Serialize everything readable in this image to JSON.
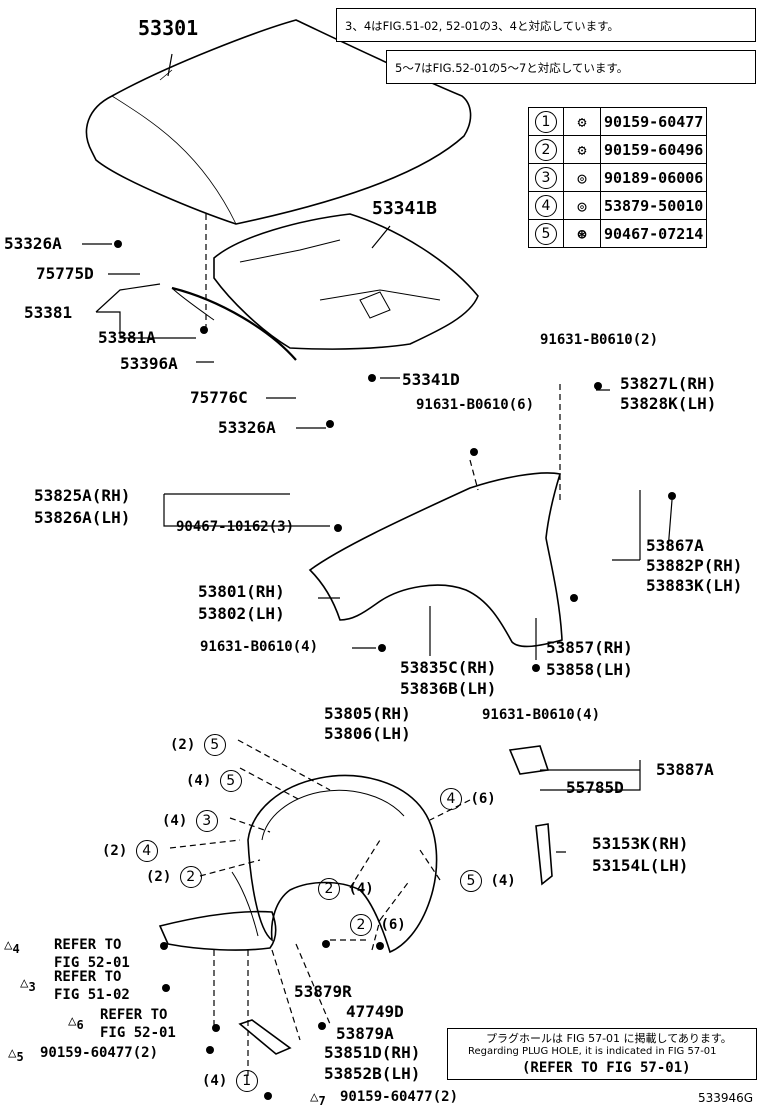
{
  "notes": {
    "note1": "3、4はFIG.51-02, 52-01の3、4と対応しています。",
    "note2": "5〜7はFIG.52-01の5〜7と対応しています。"
  },
  "legend": [
    {
      "num": "1",
      "part": "90159-60477"
    },
    {
      "num": "2",
      "part": "90159-60496"
    },
    {
      "num": "3",
      "part": "90189-06006"
    },
    {
      "num": "4",
      "part": "53879-50010"
    },
    {
      "num": "5",
      "part": "90467-07214"
    }
  ],
  "labels": {
    "hood": "53301",
    "insulator": "53341B",
    "p53326a_top": "53326A",
    "p75775d": "75775D",
    "p53381": "53381",
    "p53381a": "53381A",
    "p53396a": "53396A",
    "p53341d": "53341D",
    "p75776c": "75776C",
    "p53326a_low": "53326A",
    "b91631_2": "91631-B0610(2)",
    "b91631_6": "91631-B0610(6)",
    "p53827l": "53827L(RH)",
    "p53828k": "53828K(LH)",
    "p53825a": "53825A(RH)",
    "p53826a": "53826A(LH)",
    "p90467_10162": "90467-10162(3)",
    "p53867a": "53867A",
    "p53882p": "53882P(RH)",
    "p53883k": "53883K(LH)",
    "p53801": "53801(RH)",
    "p53802": "53802(LH)",
    "b91631_4a": "91631-B0610(4)",
    "p53857": "53857(RH)",
    "p53858": "53858(LH)",
    "p53835c": "53835C(RH)",
    "p53836b": "53836B(LH)",
    "b91631_4b": "91631-B0610(4)",
    "p53805": "53805(RH)",
    "p53806": "53806(LH)",
    "p53887a": "53887A",
    "p55785d": "55785D",
    "p53153k": "53153K(RH)",
    "p53154l": "53154L(LH)",
    "p53879r": "53879R",
    "p47749d": "47749D",
    "p53879a": "53879A",
    "p53851d": "53851D(RH)",
    "p53852b": "53852B(LH)",
    "ref52_01a": "REFER TO",
    "ref52_01a_fig": "FIG 52-01",
    "ref51_02": "REFER TO",
    "ref51_02_fig": "FIG 51-02",
    "ref52_01b": "REFER TO",
    "ref52_01b_fig": "FIG 52-01",
    "bolt5": "90159-60477(2)",
    "bolt7": "90159-60477(2)",
    "fig_id": "533946G"
  },
  "callouts": {
    "c2_5": "(2)",
    "c4_5": "(4)",
    "c4_3": "(4)",
    "c2_4": "(2)",
    "c2_2": "(2)",
    "c4_6": "(6)",
    "c2_4b": "(4)",
    "c2_6": "(6)",
    "c5_4": "(4)",
    "c4_1": "(4)"
  },
  "refbox": {
    "jp": "プラグホールは FIG 57-01 に掲載してあります。",
    "en": "Regarding PLUG HOLE, it is indicated in FIG 57-01",
    "ref": "(REFER TO FIG 57-01)"
  }
}
